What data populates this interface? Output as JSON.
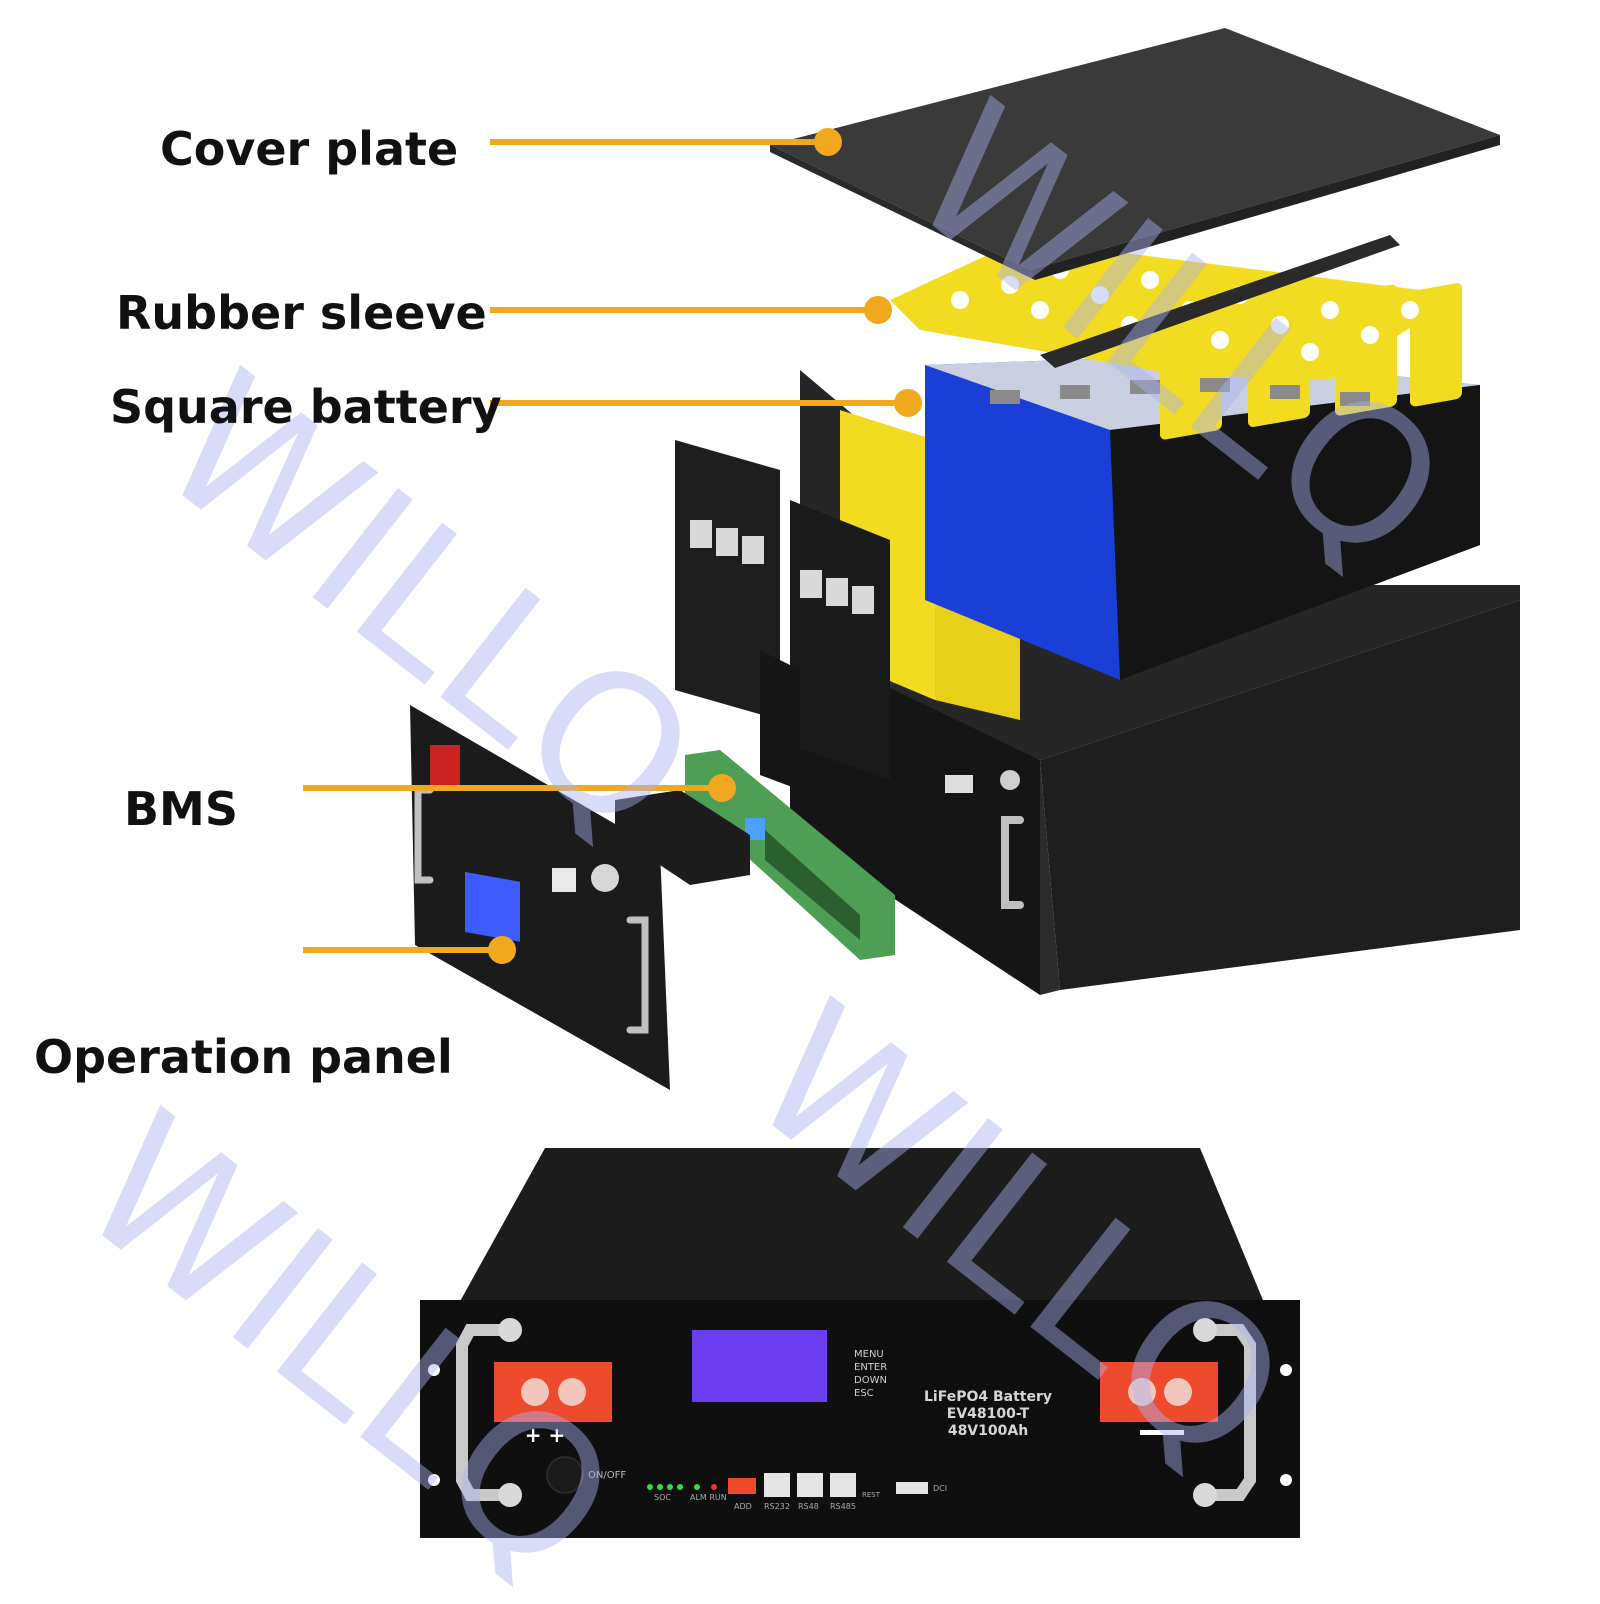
{
  "labels": {
    "cover_plate": "Cover plate",
    "rubber_sleeve": "Rubber sleeve",
    "square_battery": "Square battery",
    "bms": "BMS",
    "operation_panel": "Operation panel"
  },
  "watermark": "WILLQ",
  "front_panel": {
    "buttons": [
      "MENU",
      "ENTER",
      "DOWN",
      "ESC"
    ],
    "product_line1": "LiFePO4 Battery",
    "product_line2": "EV48100-T",
    "product_line3": "48V100Ah",
    "switch_label": "ON/OFF",
    "soc_label": "SOC",
    "alm_label": "ALM RUN",
    "add_label": "ADD",
    "rs232_label": "RS232",
    "rs48_label": "RS48",
    "rs485_label": "RS485",
    "rest_label": "REST",
    "dci_label": "DCI"
  },
  "colors": {
    "leader": "#f0a81e",
    "cover": "#3a3a3a",
    "rubber": "#f2dc22",
    "cell": "#1a3fd6",
    "chassis": "#1c1c1c",
    "terminal": "#ee4a2e",
    "lcd": "#6b3df0",
    "watermark": "#aab2f0"
  }
}
